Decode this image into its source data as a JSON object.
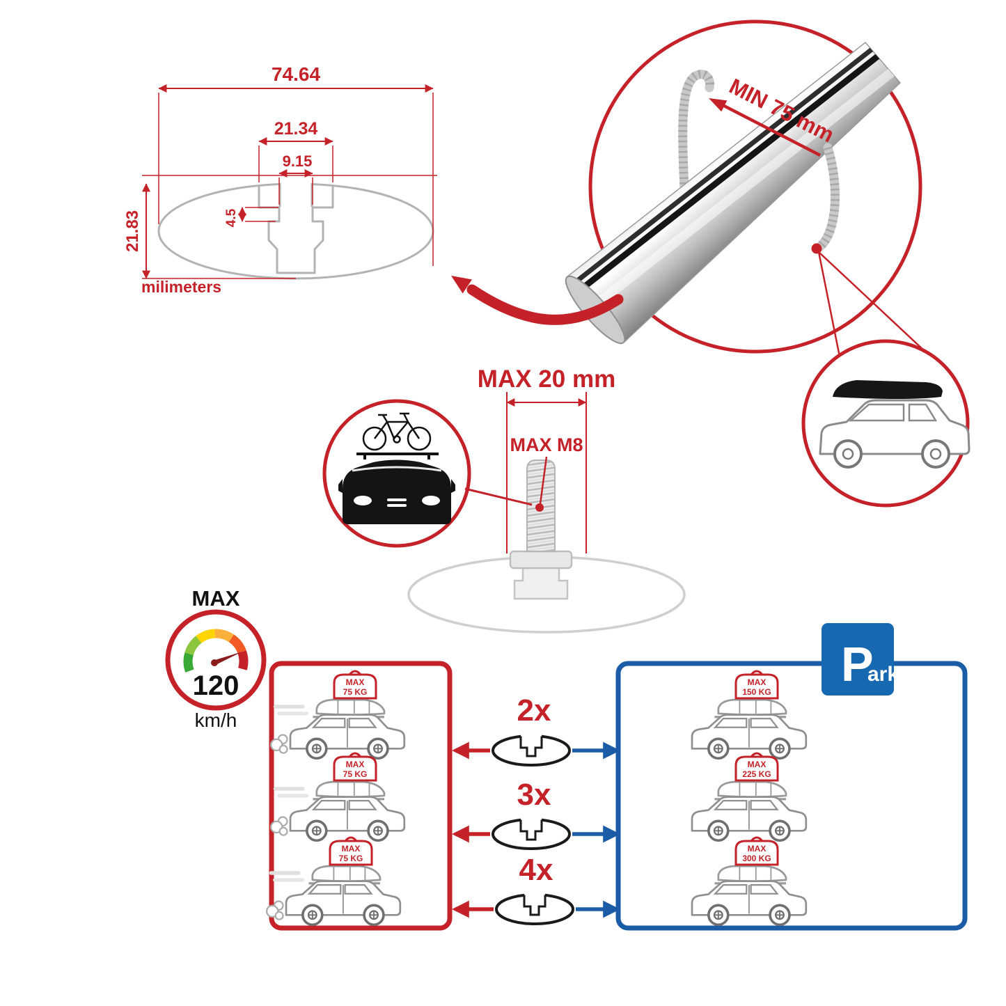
{
  "colors": {
    "accent_red": "#C42128",
    "accent_blue": "#1A5DA6",
    "sign_blue": "#1668B1",
    "metal_gray": "#C9C9C9",
    "line_gray": "#B3B3B3"
  },
  "profile_dimensions": {
    "total_width": "74.64",
    "channel_outer_width": "21.34",
    "channel_inner_width": "9.15",
    "lip_depth": "4.5",
    "total_height": "21.83",
    "units": "milimeters"
  },
  "clamp": {
    "min_spacing_label": "MIN 75 mm"
  },
  "bolt": {
    "max_length_label": "MAX 20 mm",
    "max_thread_label": "MAX M8"
  },
  "speed_limit": {
    "label": "MAX",
    "value": "120",
    "unit": "km/h"
  },
  "capacity": {
    "tag_max_label": "MAX",
    "rows": [
      {
        "count": "2x",
        "moving_load": "75 KG",
        "parked_load": "150 KG"
      },
      {
        "count": "3x",
        "moving_load": "75 KG",
        "parked_load": "225 KG"
      },
      {
        "count": "4x",
        "moving_load": "75 KG",
        "parked_load": "300 KG"
      }
    ],
    "park_sign": {
      "big_letter": "P",
      "small_letters": "ark"
    }
  }
}
